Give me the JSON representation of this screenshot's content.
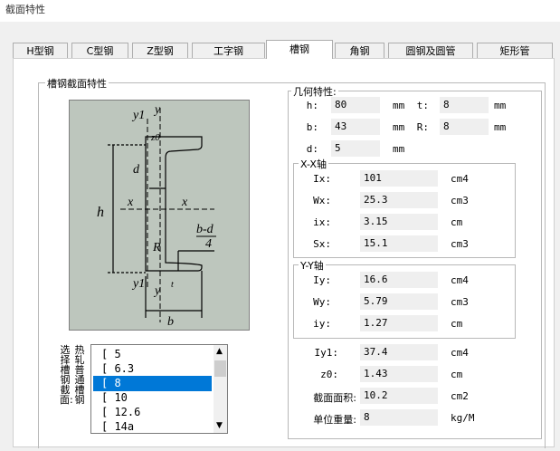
{
  "window": {
    "title": "截面特性"
  },
  "tabs": [
    "H型钢",
    "C型钢",
    "Z型钢",
    "工字钢",
    "槽钢",
    "角钢",
    "圆钢及圆管",
    "矩形管"
  ],
  "active_tab": "槽钢",
  "panel": {
    "title": "槽钢截面特性"
  },
  "geometry": {
    "title": "几何特性:",
    "h": {
      "label": "h:",
      "value": "80",
      "unit": "mm"
    },
    "t": {
      "label": "t:",
      "value": "8",
      "unit": "mm"
    },
    "b": {
      "label": "b:",
      "value": "43",
      "unit": "mm"
    },
    "R": {
      "label": "R:",
      "value": "8",
      "unit": "mm"
    },
    "d": {
      "label": "d:",
      "value": "5",
      "unit": "mm"
    }
  },
  "xx": {
    "title": "X-X轴",
    "Ix": {
      "label": "Ix:",
      "value": "101",
      "unit": "cm4"
    },
    "Wx": {
      "label": "Wx:",
      "value": "25.3",
      "unit": "cm3"
    },
    "ix": {
      "label": "ix:",
      "value": "3.15",
      "unit": "cm"
    },
    "Sx": {
      "label": "Sx:",
      "value": "15.1",
      "unit": "cm3"
    }
  },
  "yy": {
    "title": "Y-Y轴",
    "Iy": {
      "label": "Iy:",
      "value": "16.6",
      "unit": "cm4"
    },
    "Wy": {
      "label": "Wy:",
      "value": "5.79",
      "unit": "cm3"
    },
    "iy": {
      "label": "iy:",
      "value": "1.27",
      "unit": "cm"
    }
  },
  "extra": {
    "Iy1": {
      "label": "Iy1:",
      "value": "37.4",
      "unit": "cm4"
    },
    "z0": {
      "label": "z0:",
      "value": "1.43",
      "unit": "cm"
    },
    "area": {
      "label": "截面面积:",
      "value": "10.2",
      "unit": "cm2"
    },
    "weight": {
      "label": "单位重量:",
      "value": "8",
      "unit": "kg/M"
    }
  },
  "select": {
    "label1": "选择槽钢截面:",
    "label2": "热轧普通槽钢",
    "items": [
      "[ 5",
      "[ 6.3",
      "[ 8",
      "[ 10",
      "[ 12.6",
      "[ 14a"
    ],
    "selected_index": 2
  },
  "diagram": {
    "labels": {
      "y1_top": "y1",
      "y_top": "y",
      "z0": "z0",
      "d": "d",
      "x_left": "x",
      "x_right": "x",
      "h": "h",
      "R": "R",
      "bd4_num": "b-d",
      "bd4_den": "4",
      "t": "t",
      "y1_bot": "y1",
      "y_bot": "y",
      "b": "b"
    }
  },
  "colors": {
    "selection": "#0078d7",
    "diagram_bg": "#bdc6bd"
  }
}
